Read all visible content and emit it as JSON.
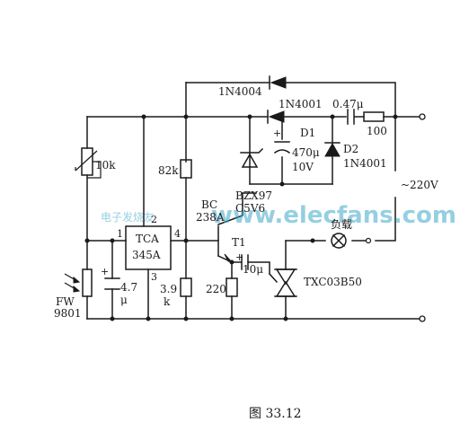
{
  "labels": {
    "d_1n4004": "1N4004",
    "d_1n4001_top": "1N4001",
    "c_047": "0.47μ",
    "r_100": "100",
    "d1": "D1",
    "c_470_a": "470μ",
    "c_470_b": "10V",
    "d2": "D2",
    "d2_type": "1N4001",
    "r_10k": "10k",
    "r_82k": "82k",
    "v_220": "~220V",
    "bzx_a": "BZX97",
    "bzx_b": "C5V6",
    "bc_a": "BC",
    "bc_b": "238A",
    "pin1": "1",
    "pin2": "2",
    "pin3": "3",
    "pin4": "4",
    "ic_a": "TCA",
    "ic_b": "345A",
    "t1": "T1",
    "load": "负载",
    "c_10": "10μ",
    "triac": "TXC03B50",
    "fw_a": "FW",
    "fw_b": "9801",
    "c_47_a": "4.7",
    "c_47_b": "μ",
    "r_39_a": "3.9",
    "r_39_b": "k",
    "r_220": "220",
    "plus1": "+",
    "plus2": "+",
    "plus3": "+",
    "caption": "图 33.12"
  },
  "watermark": {
    "main": "www.elecfans.com",
    "small": "电子发烧友"
  }
}
